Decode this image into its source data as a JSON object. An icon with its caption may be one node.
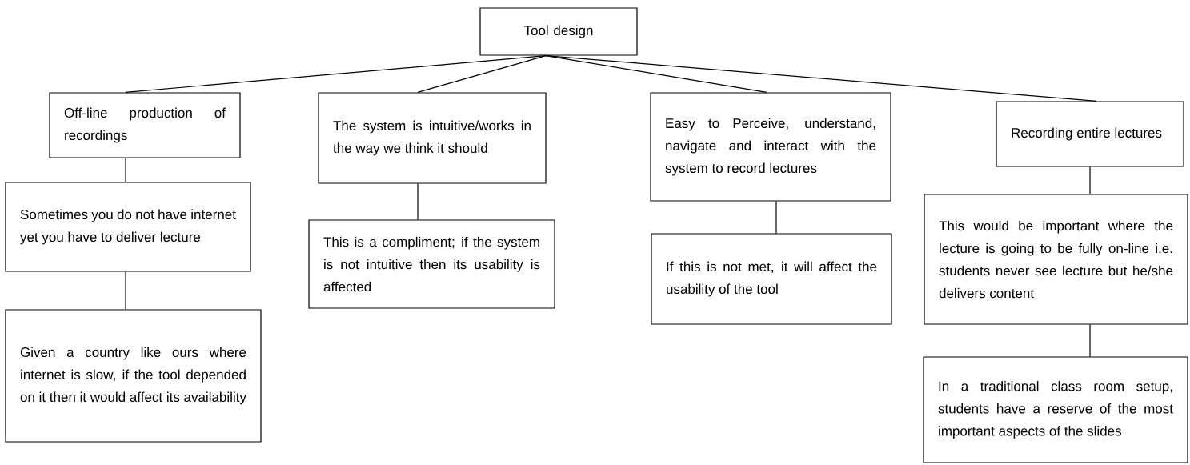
{
  "diagram": {
    "nodes": [
      {
        "text": [
          "Tool design"
        ]
      },
      {
        "text": [
          "Off-line production of recordings"
        ]
      },
      {
        "text": [
          "The system is intuitive/works in the way we think it should"
        ]
      },
      {
        "text": [
          "Easy to Perceive, understand, navigate and interact with the system to record lectures"
        ]
      },
      {
        "text": [
          "Recording entire lectures"
        ]
      },
      {
        "text": [
          "Sometimes you do not have internet yet you have to deliver lecture"
        ]
      },
      {
        "text": [
          "Given a country like ours where internet is slow, if the tool depended on it then it would affect its availability"
        ]
      },
      {
        "text": [
          "This is a compliment; if the system is not intuitive then its usability is affected"
        ]
      },
      {
        "text": [
          "If this is not met, it will affect the usability of the tool"
        ]
      },
      {
        "text": [
          "This would be important where the lecture is going to be fully on-line i.e. students never see lecture but he/she delivers content"
        ]
      },
      {
        "text": [
          "In a traditional class room setup, students have a reserve of the most important aspects of the slides"
        ]
      }
    ],
    "edges": [
      {
        "from": 0,
        "to": 1,
        "arrow": "none"
      },
      {
        "from": 0,
        "to": 2,
        "arrow": "none"
      },
      {
        "from": 0,
        "to": 3,
        "arrow": "none"
      },
      {
        "from": 0,
        "to": 4,
        "arrow": "none"
      },
      {
        "from": 1,
        "to": 5,
        "arrow": "none"
      },
      {
        "from": 5,
        "to": 6,
        "arrow": "none"
      },
      {
        "from": 2,
        "to": 7,
        "arrow": "none"
      },
      {
        "from": 3,
        "to": 8,
        "arrow": "none"
      },
      {
        "from": 4,
        "to": 9,
        "arrow": "none"
      },
      {
        "from": 9,
        "to": 10,
        "arrow": "none"
      }
    ]
  }
}
